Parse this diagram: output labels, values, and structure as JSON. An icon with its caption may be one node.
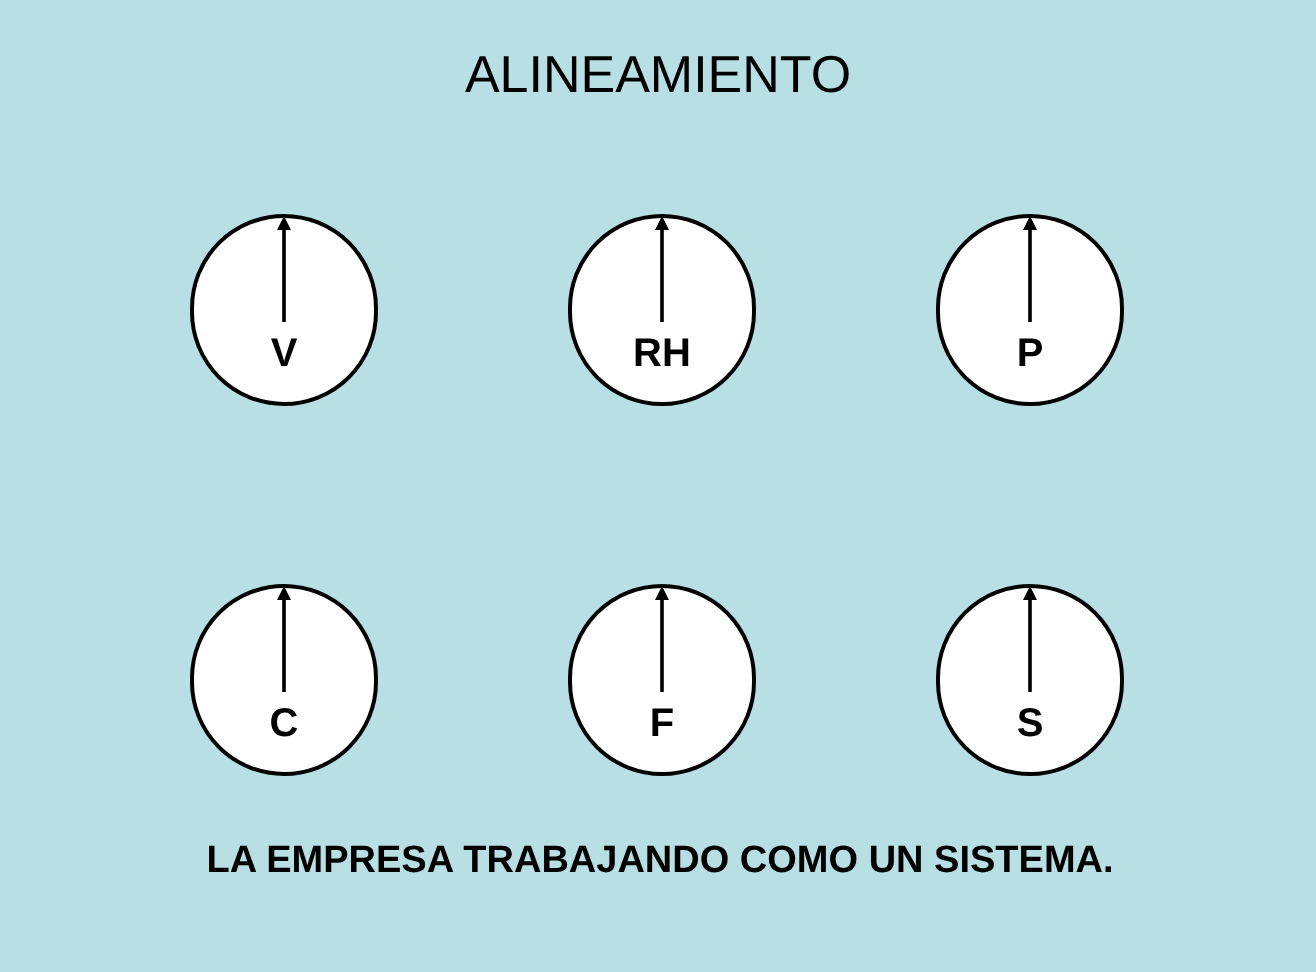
{
  "diagram": {
    "title": "ALINEAMIENTO",
    "caption": "LA EMPRESA TRABAJANDO COMO UN SISTEMA.",
    "nodes": [
      {
        "text": [
          "V"
        ]
      },
      {
        "text": [
          "RH"
        ]
      },
      {
        "text": [
          "P"
        ]
      },
      {
        "text": [
          "C"
        ]
      },
      {
        "text": [
          "F"
        ]
      },
      {
        "text": [
          "S"
        ]
      }
    ]
  }
}
